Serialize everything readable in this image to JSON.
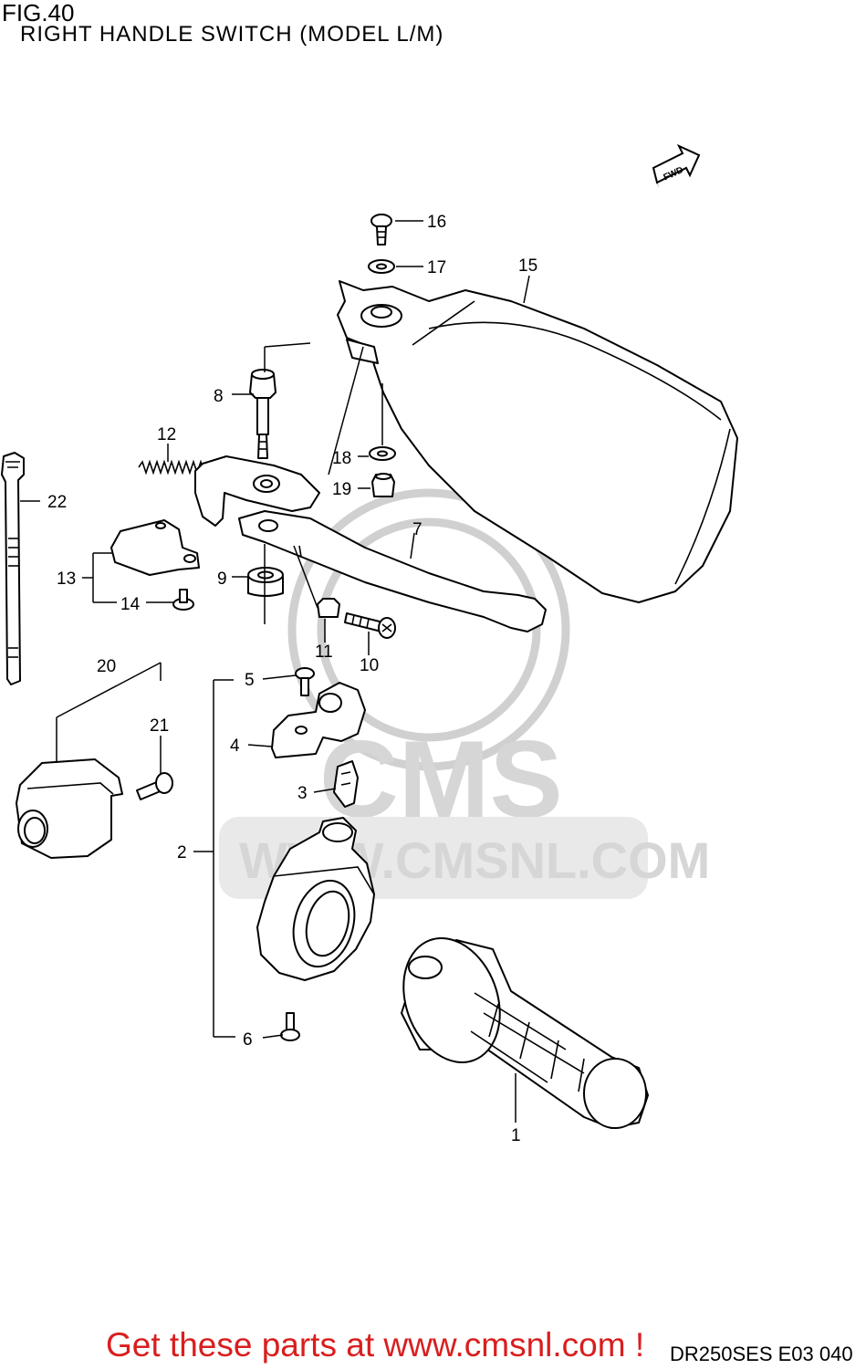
{
  "header": {
    "fig_number": "FIG.40",
    "title": "RIGHT HANDLE SWITCH (MODEL L/M)"
  },
  "fwd_label": "FWD",
  "watermark": {
    "brand": "CMS",
    "url": "WWW.CMSNL.COM"
  },
  "callouts": [
    {
      "num": "1",
      "part": "grip"
    },
    {
      "num": "2",
      "part": "switch-housing"
    },
    {
      "num": "3",
      "part": "spring-clip"
    },
    {
      "num": "4",
      "part": "cable-holder"
    },
    {
      "num": "5",
      "part": "screw"
    },
    {
      "num": "6",
      "part": "screw"
    },
    {
      "num": "7",
      "part": "lever"
    },
    {
      "num": "8",
      "part": "lever-bolt"
    },
    {
      "num": "9",
      "part": "bushing"
    },
    {
      "num": "10",
      "part": "bolt"
    },
    {
      "num": "11",
      "part": "nut"
    },
    {
      "num": "12",
      "part": "spring"
    },
    {
      "num": "13",
      "part": "starter-switch"
    },
    {
      "num": "14",
      "part": "screw"
    },
    {
      "num": "15",
      "part": "hand-guard"
    },
    {
      "num": "16",
      "part": "screw"
    },
    {
      "num": "17",
      "part": "washer"
    },
    {
      "num": "18",
      "part": "washer"
    },
    {
      "num": "19",
      "part": "nut"
    },
    {
      "num": "20",
      "part": "lighting-switch"
    },
    {
      "num": "21",
      "part": "bolt"
    },
    {
      "num": "22",
      "part": "cable-tie"
    }
  ],
  "footer": {
    "cta": "Get these parts at www.cmsnl.com !",
    "code": "DR250SES E03 040"
  },
  "colors": {
    "cta": "#d91e1e",
    "watermark": "#d0d0d0",
    "line": "#000000"
  }
}
